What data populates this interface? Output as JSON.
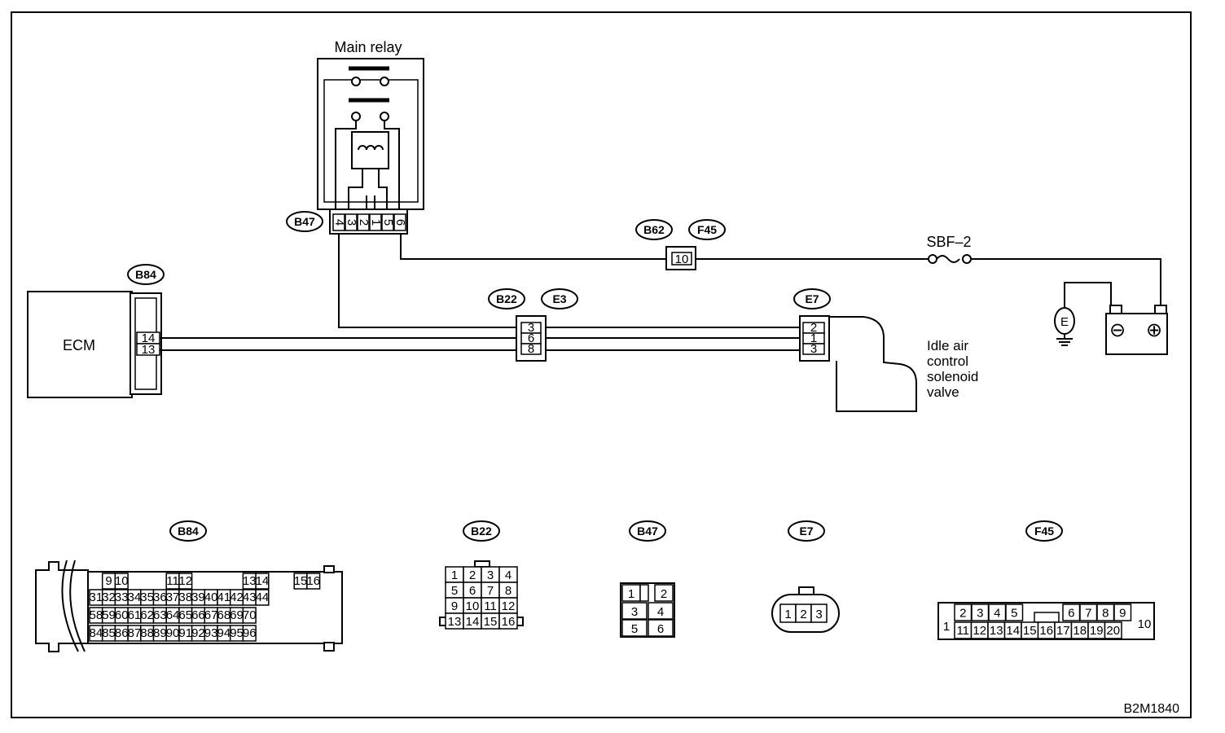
{
  "title_main_relay": "Main relay",
  "ecm_label": "ECM",
  "valve_label": [
    "Idle air",
    "control",
    "solenoid",
    "valve"
  ],
  "fuse_label": "SBF–2",
  "ground_symbol": "E",
  "battery": {
    "neg": "⊖",
    "pos": "⊕"
  },
  "figure_code": "B2M1840",
  "connector_tags": {
    "b47": "B47",
    "b62": "B62",
    "f45": "F45",
    "b84": "B84",
    "b22": "B22",
    "e3": "E3",
    "e7": "E7"
  },
  "relay_pins": [
    "4",
    "3",
    "2",
    "1",
    "5",
    "6"
  ],
  "pins": {
    "ecm_14": "14",
    "ecm_13": "13",
    "b22_3": "3",
    "b22_6": "6",
    "b22_8": "8",
    "e7_2": "2",
    "e7_1": "1",
    "e7_3": "3",
    "f45_10": "10"
  },
  "faces": {
    "b84": {
      "label": "B84",
      "row1": [
        "9",
        "10",
        "11",
        "12",
        "13",
        "14",
        "15",
        "16"
      ],
      "row2": [
        "31",
        "32",
        "33",
        "34",
        "35",
        "36",
        "37",
        "38",
        "39",
        "40",
        "41",
        "42",
        "43",
        "44"
      ],
      "row3": [
        "58",
        "59",
        "60",
        "61",
        "62",
        "63",
        "64",
        "65",
        "66",
        "67",
        "68",
        "69",
        "70"
      ],
      "row4": [
        "84",
        "85",
        "86",
        "87",
        "88",
        "89",
        "90",
        "91",
        "92",
        "93",
        "94",
        "95",
        "96"
      ]
    },
    "b22": {
      "label": "B22",
      "rows": [
        [
          "1",
          "2",
          "3",
          "4"
        ],
        [
          "5",
          "6",
          "7",
          "8"
        ],
        [
          "9",
          "10",
          "11",
          "12"
        ],
        [
          "13",
          "14",
          "15",
          "16"
        ]
      ]
    },
    "b47": {
      "label": "B47",
      "rows": [
        [
          "1",
          "",
          "2"
        ],
        [
          "3",
          "4"
        ],
        [
          "5",
          "6"
        ]
      ]
    },
    "e7": {
      "label": "E7",
      "pins": [
        "1",
        "2",
        "3"
      ]
    },
    "f45": {
      "label": "F45",
      "left": "1",
      "right": "10",
      "top": [
        "2",
        "3",
        "4",
        "5",
        "6",
        "7",
        "8",
        "9"
      ],
      "bottom": [
        "11",
        "12",
        "13",
        "14",
        "15",
        "16",
        "17",
        "18",
        "19",
        "20"
      ]
    }
  }
}
